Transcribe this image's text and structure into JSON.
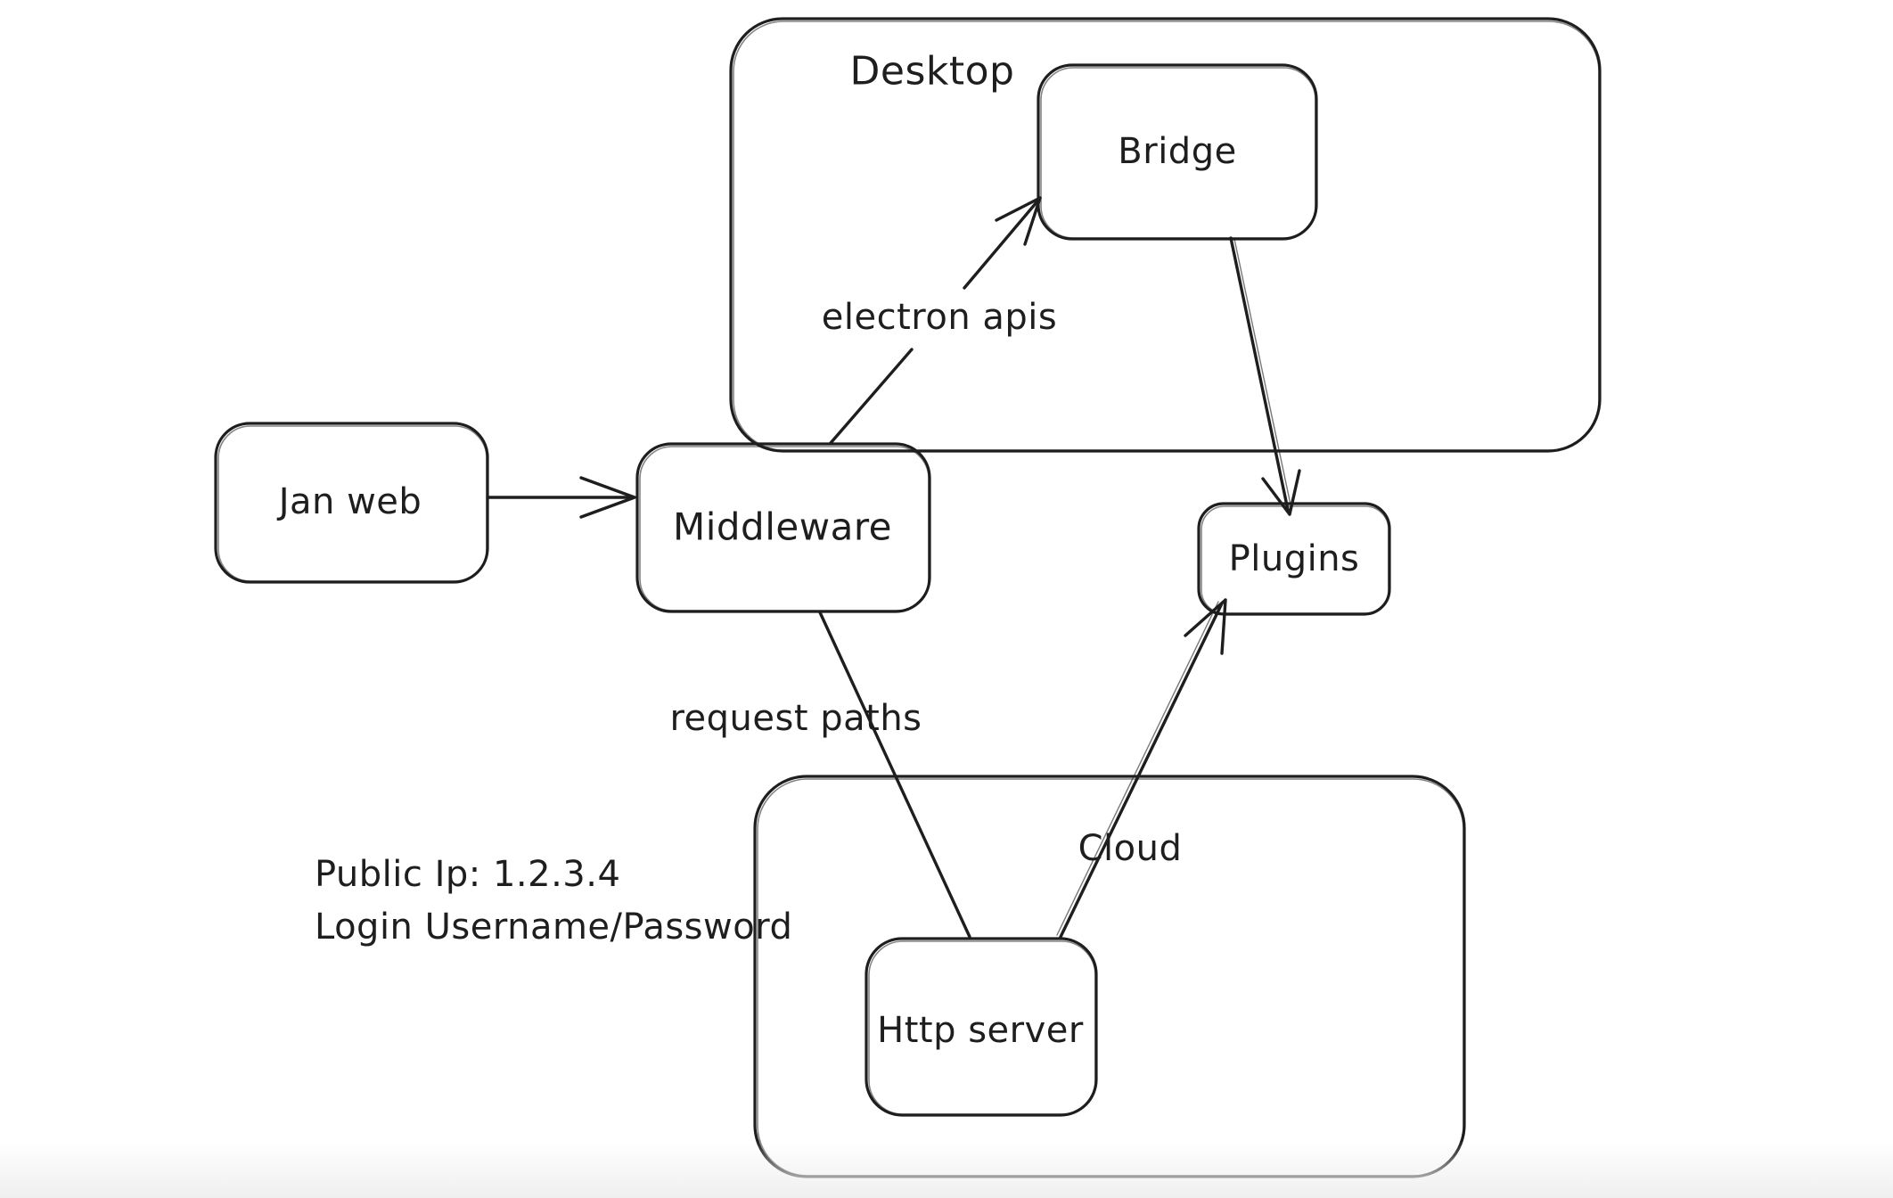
{
  "canvas": {
    "background": "#ffffff",
    "stroke_color": "#1e1e1e"
  },
  "diagram": {
    "containers": {
      "desktop": {
        "label": "Desktop"
      },
      "cloud": {
        "label": "Cloud"
      }
    },
    "nodes": {
      "jan_web": {
        "label": "Jan web"
      },
      "middleware": {
        "label": "Middleware"
      },
      "bridge": {
        "label": "Bridge"
      },
      "plugins": {
        "label": "Plugins"
      },
      "http_server": {
        "label": "Http server"
      }
    },
    "edges": [
      {
        "from": "jan_web",
        "to": "middleware",
        "label": "",
        "arrow": "end"
      },
      {
        "from": "middleware",
        "to": "bridge",
        "label": "electron apis",
        "arrow": "end"
      },
      {
        "from": "bridge",
        "to": "plugins",
        "label": "",
        "arrow": "end"
      },
      {
        "from": "middleware",
        "to": "http_server",
        "label": "request paths",
        "arrow": "none"
      },
      {
        "from": "http_server",
        "to": "plugins",
        "label": "",
        "arrow": "end"
      }
    ],
    "annotations": {
      "public_ip": "Public Ip: 1.2.3.4",
      "login": "Login Username/Password"
    }
  }
}
